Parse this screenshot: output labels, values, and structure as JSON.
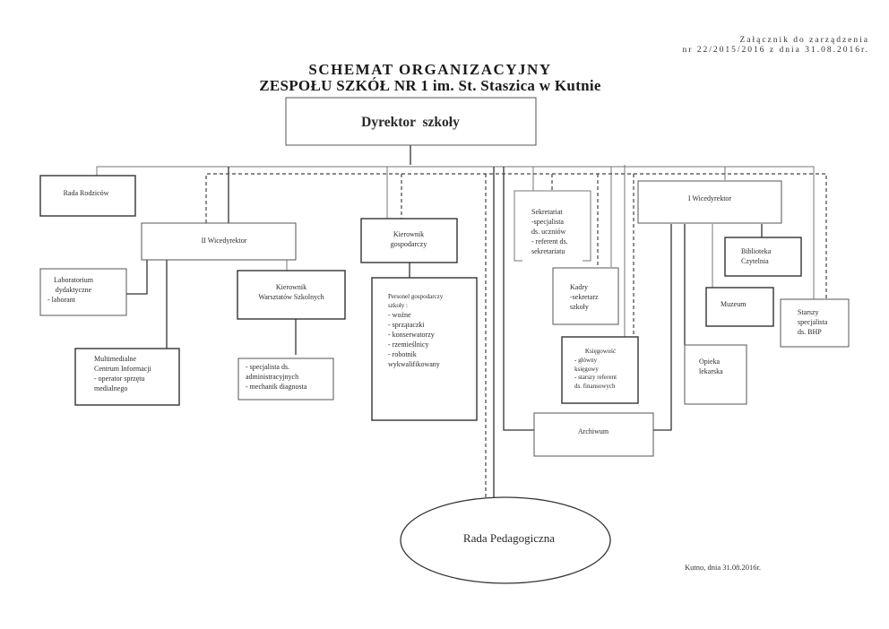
{
  "annex": {
    "line1": "Załącznik do zarządzenia",
    "line2": "nr 22/2015/2016 z dnia 31.08.2016r."
  },
  "title": {
    "line1": "SCHEMAT ORGANIZACYJNY",
    "line2": "ZESPOŁU SZKÓŁ NR 1 im. St. Staszica w Kutnie"
  },
  "nodes": {
    "dyrektor": [
      "Dyrektor  szkoły"
    ],
    "rada_rodzicow": [
      "Rada Rodziców"
    ],
    "ii_wicedyrektor": [
      "II Wicedyrektor"
    ],
    "laboratorium": [
      "Laboratorium",
      "dydaktyczne",
      "- laborant"
    ],
    "multimedialne": [
      "Multimedialne",
      "Centrum Informacji",
      "- operator sprzętu",
      "medialnego"
    ],
    "kierownik_warsztatow": [
      "Kierownik",
      "Warsztatów Szkolnych"
    ],
    "warsztaty_staff": [
      "- specjalista ds.",
      "administracyjnych",
      "- mechanik diagnosta"
    ],
    "kierownik_gospodarczy": [
      "Kierownik",
      "gospodarczy"
    ],
    "personel": [
      "Personel gospodarczy",
      "szkoły :",
      "- woźne",
      "- sprzątaczki",
      "- konserwatorzy",
      "- rzemieślnicy",
      "- robotnik",
      "wykwalifikowany"
    ],
    "sekretariat": [
      "Sekretariat",
      "-specjalista",
      "ds. uczniów",
      "- referent ds.",
      "sekretariatu"
    ],
    "kadry": [
      "Kadry",
      "-sekretarz",
      "szkoły"
    ],
    "ksiegowosc": [
      "Księgowość",
      "- główny",
      "księgowy",
      "- starszy referent",
      "ds. finansowych"
    ],
    "archiwum": [
      "Archiwum"
    ],
    "i_wicedyrektor": [
      "I Wicedyrektor"
    ],
    "biblioteka": [
      "Biblioteka",
      "Czytelnia"
    ],
    "muzeum": [
      "Muzeum"
    ],
    "opieka": [
      "Opieka",
      "lekarska"
    ],
    "bhp": [
      "Starszy",
      "specjalista",
      "ds. BHP"
    ],
    "rada_pedagogiczna": [
      "Rada Pedagogiczna"
    ]
  },
  "footer": {
    "place_date": "Kutno, dnia 31.08.2016r."
  }
}
